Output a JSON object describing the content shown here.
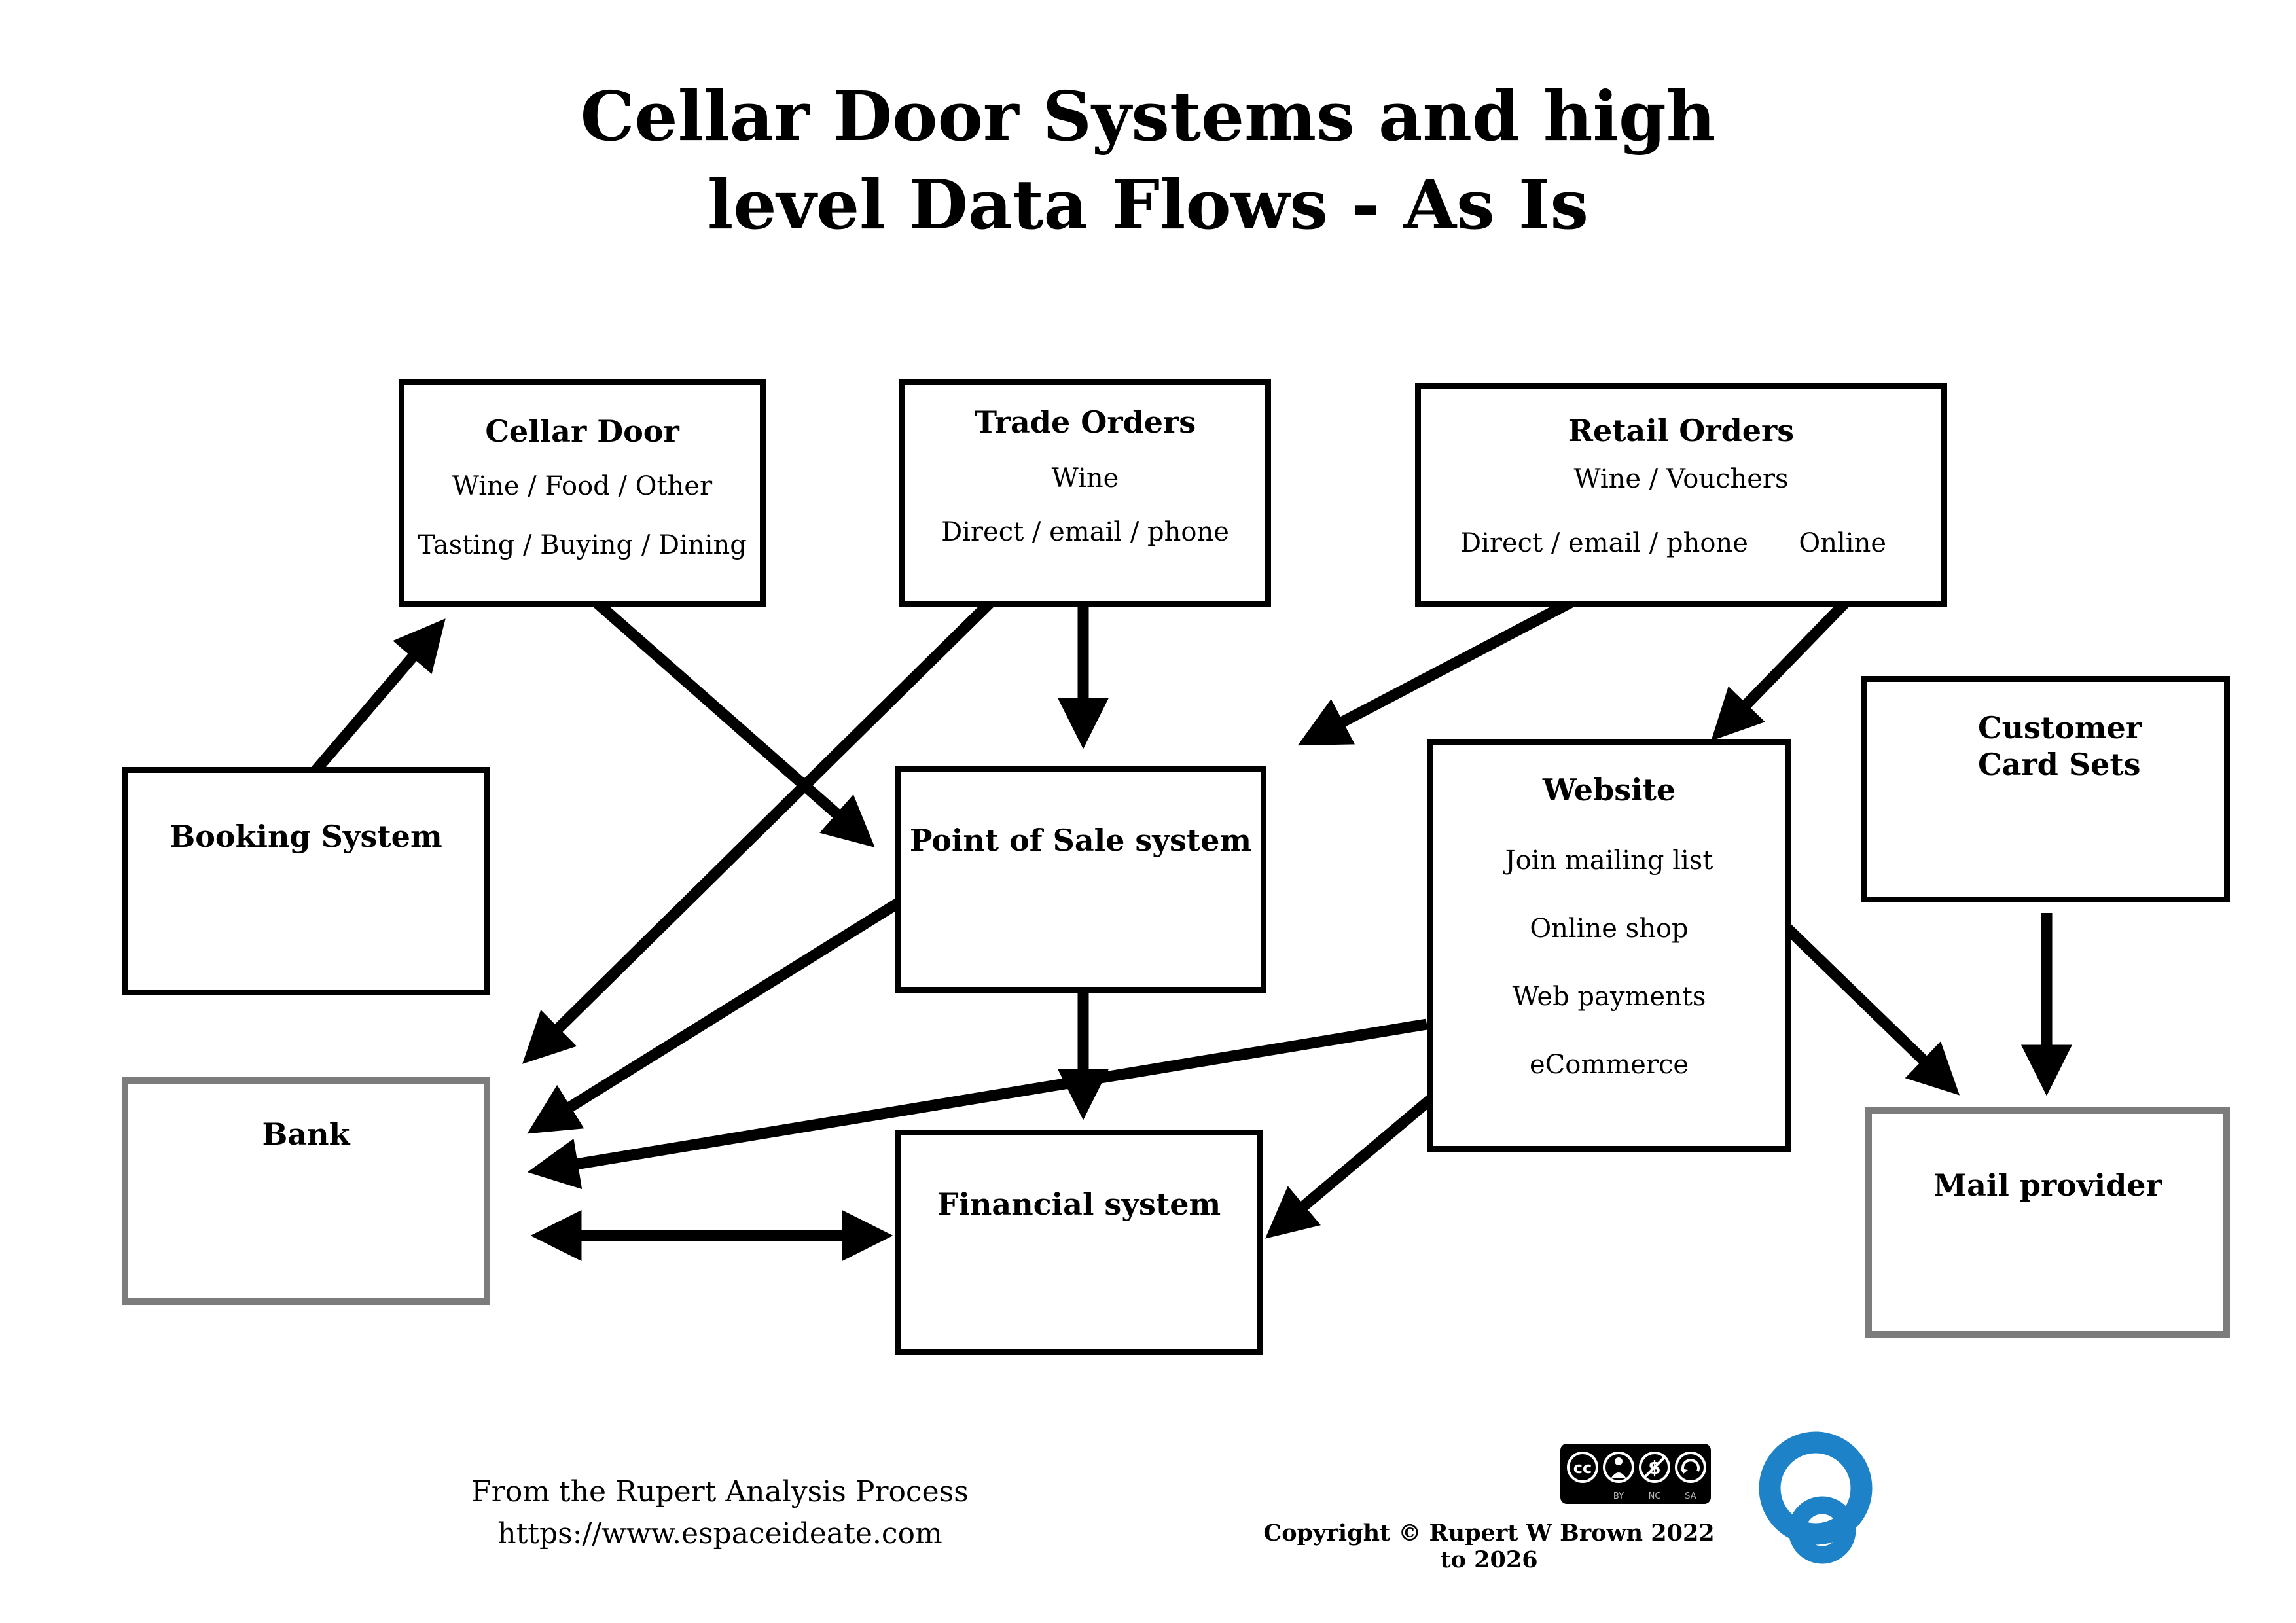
{
  "title": {
    "line1": "Cellar Door Systems and high",
    "line2": "level Data Flows - As Is"
  },
  "boxes": {
    "cellar_door": {
      "title": "Cellar Door",
      "lines": [
        "Wine / Food / Other",
        "Tasting / Buying / Dining"
      ]
    },
    "trade_orders": {
      "title": "Trade Orders",
      "lines": [
        "Wine",
        "Direct / email / phone"
      ]
    },
    "retail_orders": {
      "title": "Retail Orders",
      "line1": "Wine / Vouchers",
      "channels_left": "Direct / email / phone",
      "channels_right": "Online"
    },
    "booking_system": {
      "title": "Booking System"
    },
    "point_of_sale": {
      "title": "Point of Sale system"
    },
    "website": {
      "title": "Website",
      "lines": [
        "Join mailing list",
        "Online shop",
        "Web payments",
        "eCommerce"
      ]
    },
    "customer_card_sets": {
      "title_line1": "Customer",
      "title_line2": "Card Sets"
    },
    "bank": {
      "title": "Bank"
    },
    "financial_system": {
      "title": "Financial system"
    },
    "mail_provider": {
      "title": "Mail provider"
    }
  },
  "flows": [
    {
      "from": "Booking System",
      "to": "Cellar Door"
    },
    {
      "from": "Cellar Door",
      "to": "Point of Sale system"
    },
    {
      "from": "Trade Orders",
      "to": "Bank"
    },
    {
      "from": "Trade Orders",
      "to": "Point of Sale system"
    },
    {
      "from": "Retail Orders",
      "to": "Point of Sale system"
    },
    {
      "from": "Retail Orders (Online)",
      "to": "Website"
    },
    {
      "from": "Customer Card Sets",
      "to": "Mail provider"
    },
    {
      "from": "Website",
      "to": "Mail provider"
    },
    {
      "from": "Point of Sale system",
      "to": "Financial system"
    },
    {
      "from": "Point of Sale system",
      "to": "Bank"
    },
    {
      "from": "Website",
      "to": "Bank"
    },
    {
      "from": "Website (eCommerce)",
      "to": "Financial system"
    },
    {
      "from": "Bank",
      "to": "Financial system",
      "bidirectional": true
    }
  ],
  "footer": {
    "source_line1": "From the Rupert Analysis Process",
    "source_line2": "https://www.espaceideate.com",
    "copyright": "Copyright © Rupert W Brown 2022 to 2026",
    "license_icons": [
      "cc-icon",
      "attribution-icon",
      "non-commercial-icon",
      "share-alike-icon"
    ],
    "license_labels": [
      "BY",
      "NC",
      "SA"
    ],
    "logo_icon": "espace-ideate-logo"
  },
  "colors": {
    "box_border": "#000000",
    "gray_border": "#7c7c7c",
    "arrow": "#000000",
    "badge_bg": "#000000",
    "logo_blue": "#1e82c8"
  }
}
